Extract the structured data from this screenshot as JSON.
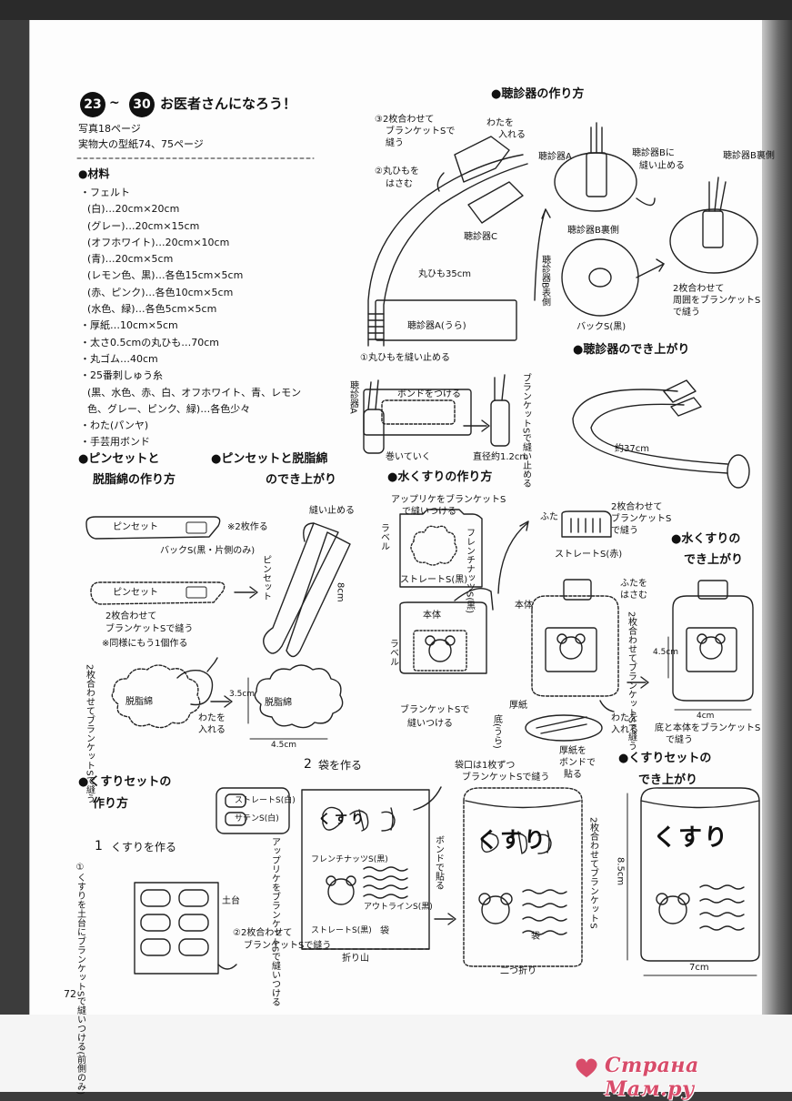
{
  "header": {
    "num_start": "23",
    "tilde": "~",
    "num_end": "30",
    "title": "お医者さんになろう！",
    "photo_ref": "写真18ページ",
    "pattern_ref": "実物大の型紙74、75ページ"
  },
  "materials": {
    "heading": "●材料",
    "items": [
      "・フェルト",
      "(白)…20cm×20cm",
      "(グレー)…20cm×15cm",
      "(オフホワイト)…20cm×10cm",
      "(青)…20cm×5cm",
      "(レモン色、黒)…各色15cm×5cm",
      "(赤、ピンク)…各色10cm×5cm",
      "(水色、緑)…各色5cm×5cm",
      "・厚紙…10cm×5cm",
      "・太さ0.5cmの丸ひも…70cm",
      "・丸ゴム…40cm",
      "・25番刺しゅう糸",
      "(黒、水色、赤、白、オフホワイト、青、レモン",
      "色、グレー、ピンク、緑)…各色少々",
      "・わた(パンヤ)",
      "・手芸用ボンド"
    ]
  },
  "stethoscope": {
    "heading": "●聴診器の作り方",
    "label_3": "③2枚合わせて",
    "label_3b": "ブランケットSで",
    "label_3c": "縫う",
    "label_wata": "わたを",
    "label_wata2": "入れる",
    "label_2": "②丸ひもを",
    "label_2b": "はさむ",
    "label_c": "聴診器C",
    "label_cord": "丸ひも35cm",
    "label_a_back": "聴診器A(うら)",
    "label_1": "①丸ひもを縫い止める",
    "label_a": "聴診器A",
    "label_sew_b": "聴診器Bに",
    "label_sew_b2": "縫い止める",
    "label_b_back": "聴診器B裏側",
    "label_b_front": "聴診器B表側",
    "label_back_stitch": "バックS(黒)",
    "label_b_ura": "聴診器B裏側",
    "label_blanket": "2枚合わせて",
    "label_blanket2": "周囲をブランケットS",
    "label_blanket3": "で縫う",
    "label_bond": "ボンドをつける",
    "label_a_v": "聴診器A",
    "label_roll": "巻いていく",
    "label_diam": "直径約1.2cm",
    "label_blanket_v": "ブランケットSで縫い止める",
    "done_heading": "●聴診器のでき上がり",
    "done_len": "約37cm"
  },
  "tweezers": {
    "heading": "●ピンセットと",
    "heading2": "脱脂綿の作り方",
    "label_pin": "ピンセット",
    "label_x2": "※2枚作る",
    "label_backs": "バックS(黒・片側のみ)",
    "label_pin2": "ピンセット",
    "label_blanket": "2枚合わせて",
    "label_blanket2": "ブランケットSで縫う",
    "label_same": "※同様にもう1個作る",
    "label_cotton": "脱脂綿",
    "label_blanket_v": "2枚合わせてブランケットSで縫う",
    "label_wata": "わたを",
    "label_wata2": "入れる",
    "label_cotton2": "脱脂綿",
    "dim_h": "3.5cm",
    "dim_w": "4.5cm",
    "done_heading": "●ピンセットと脱脂綿",
    "done_heading2": "のでき上がり",
    "done_sew": "縫い止める",
    "done_pin": "ピンセット",
    "done_len": "8cm"
  },
  "medicine": {
    "heading": "●水くすりの作り方",
    "label_applique": "アップリケをブランケットS",
    "label_applique2": "で縫いつける",
    "label_label": "ラベル",
    "label_french": "フレンチナッツS(黒)",
    "label_straight": "ストレートS(黒)",
    "label_body": "本体",
    "label_label2": "ラベル",
    "label_blanket_sew": "ブランケットSで",
    "label_blanket_sew2": "縫いつける",
    "label_lid": "ふた",
    "label_lid_sew": "2枚合わせて",
    "label_lid_sew2": "ブランケットS",
    "label_lid_sew3": "で縫う",
    "label_straight_red": "ストレートS(赤)",
    "label_lid_insert": "ふたを",
    "label_lid_insert2": "はさむ",
    "label_body2": "本体",
    "label_blanket_v": "2枚合わせてブランケットSで縫う",
    "label_cardboard": "厚紙",
    "label_bottom": "底(うら)",
    "label_wata": "わたを",
    "label_wata2": "入れる",
    "label_glue": "厚紙を",
    "label_glue2": "ボンドで",
    "label_glue3": "貼る",
    "done_heading": "●水くすりの",
    "done_heading2": "でき上がり",
    "done_h": "4.5cm",
    "done_w": "4cm",
    "done_bottom": "底と本体をブランケットS",
    "done_bottom2": "で縫う"
  },
  "kit": {
    "heading": "●くすりセットの",
    "heading2": "作り方",
    "step1_num": "1",
    "step1": "くすりを作る",
    "step2_num": "2",
    "step2": "袋を作る",
    "label_straight_white": "ストレートS(白)",
    "label_satin": "サテンS(白)",
    "label_base": "土台",
    "label_1": "①くすりを土台にブランケットSで縫いつける(前側のみ)",
    "label_2": "②2枚合わせて",
    "label_2b": "ブランケットSで縫う",
    "label_applique_v": "アップリケをブランケットSで縫いつける",
    "label_french": "フレンチナッツS(黒)",
    "label_outline": "アウトラインS(黒)",
    "label_straight": "ストレートS(黒)",
    "label_bag": "袋",
    "label_fold": "折り山",
    "label_bond_v": "ボンドで貼る",
    "label_kusuri": "くすり",
    "label_mouth": "袋口は1枚ずつ",
    "label_mouth2": "ブランケットSで縫う",
    "label_sew_v": "2枚合わせてブランケットS",
    "label_fold2": "二つ折り",
    "label_bag2": "袋",
    "done_heading": "●くすりセットの",
    "done_heading2": "でき上がり",
    "done_h": "8.5cm",
    "done_w": "7cm",
    "kusuri_text": "くすり"
  },
  "footer": {
    "page_number": "72",
    "watermark": "Страна Мам.ру"
  }
}
